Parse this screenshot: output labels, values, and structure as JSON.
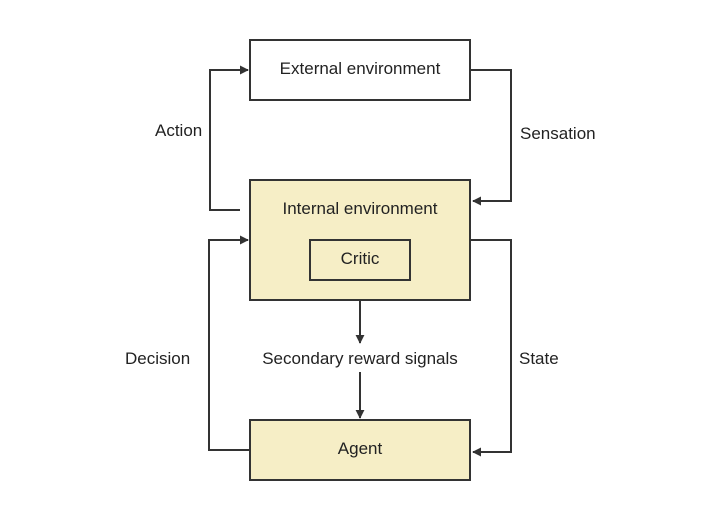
{
  "colors": {
    "box_fill_plain": "#ffffff",
    "box_fill_highlight": "#f6eec6",
    "stroke": "#333333",
    "text": "#222222"
  },
  "nodes": {
    "external_environment": "External environment",
    "internal_environment": "Internal environment",
    "critic": "Critic",
    "agent": "Agent"
  },
  "edges": {
    "action": "Action",
    "sensation": "Sensation",
    "decision": "Decision",
    "state": "State",
    "secondary_reward": "Secondary reward signals"
  }
}
